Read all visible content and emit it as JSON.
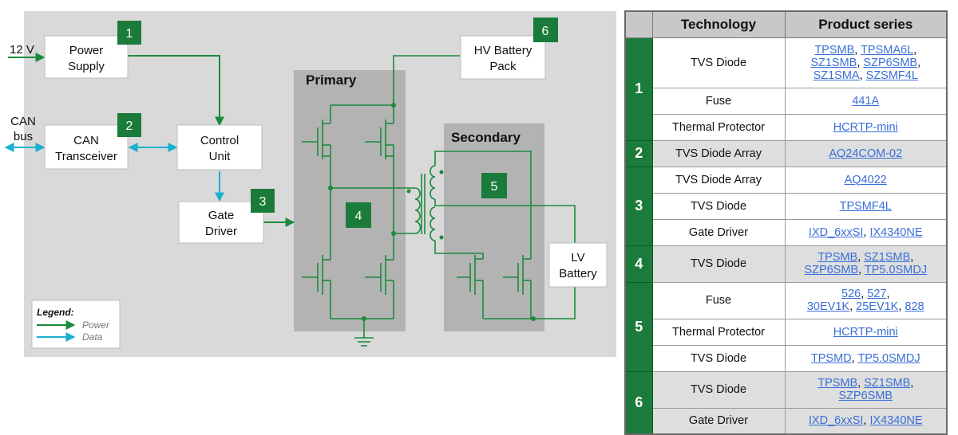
{
  "diagram": {
    "blocks": {
      "input_voltage": "12 V",
      "power_supply": [
        "Power",
        "Supply"
      ],
      "can_bus": [
        "CAN",
        "bus"
      ],
      "can_transceiver": [
        "CAN",
        "Transceiver"
      ],
      "control_unit": [
        "Control",
        "Unit"
      ],
      "gate_driver": [
        "Gate",
        "Driver"
      ],
      "hv_battery": [
        "HV Battery",
        "Pack"
      ],
      "lv_battery": [
        "LV",
        "Battery"
      ],
      "primary": "Primary",
      "secondary": "Secondary"
    },
    "badges": [
      "1",
      "2",
      "3",
      "4",
      "5",
      "6"
    ],
    "legend": {
      "title": "Legend:",
      "items": [
        {
          "label": "Power",
          "color": "#1b8a3c"
        },
        {
          "label": "Data",
          "color": "#1ab0d0"
        }
      ]
    },
    "colors": {
      "power": "#1b8a3c",
      "data": "#1ab0d0",
      "badge": "#1b7b3a",
      "background": "#d9d9d9",
      "stage": "#b3b3b3"
    }
  },
  "table": {
    "headers": [
      "Technology",
      "Product series"
    ],
    "groups": [
      {
        "id": "1",
        "rows": [
          {
            "tech": "TVS Diode",
            "products": [
              [
                "TPSMB",
                "TPSMA6L"
              ],
              [
                "SZ1SMB",
                "SZP6SMB"
              ],
              [
                "SZ1SMA",
                "SZSMF4L"
              ]
            ]
          },
          {
            "tech": "Fuse",
            "products": [
              [
                "441A"
              ]
            ]
          },
          {
            "tech": "Thermal Protector",
            "products": [
              [
                "HCRTP-mini"
              ]
            ]
          }
        ]
      },
      {
        "id": "2",
        "rows": [
          {
            "tech": "TVS Diode Array",
            "products": [
              [
                "AQ24COM-02"
              ]
            ]
          }
        ]
      },
      {
        "id": "3",
        "rows": [
          {
            "tech": "TVS Diode Array",
            "products": [
              [
                "AQ4022"
              ]
            ]
          },
          {
            "tech": "TVS Diode",
            "products": [
              [
                "TPSMF4L"
              ]
            ]
          },
          {
            "tech": "Gate Driver",
            "products": [
              [
                "IXD_6xxSI",
                "IX4340NE"
              ]
            ]
          }
        ]
      },
      {
        "id": "4",
        "rows": [
          {
            "tech": "TVS Diode",
            "products": [
              [
                "TPSMB",
                "SZ1SMB"
              ],
              [
                "SZP6SMB",
                "TP5.0SMDJ"
              ]
            ]
          }
        ]
      },
      {
        "id": "5",
        "rows": [
          {
            "tech": "Fuse",
            "products": [
              [
                "526",
                "527"
              ],
              [
                "30EV1K",
                "25EV1K",
                "828"
              ]
            ]
          },
          {
            "tech": "Thermal Protector",
            "products": [
              [
                "HCRTP-mini"
              ]
            ]
          },
          {
            "tech": "TVS Diode",
            "products": [
              [
                "TPSMD",
                "TP5.0SMDJ"
              ]
            ]
          }
        ]
      },
      {
        "id": "6",
        "rows": [
          {
            "tech": "TVS Diode",
            "products": [
              [
                "TPSMB",
                "SZ1SMB"
              ],
              [
                "SZP6SMB"
              ]
            ]
          },
          {
            "tech": "Gate Driver",
            "products": [
              [
                "IXD_6xxSI",
                "IX4340NE"
              ]
            ]
          }
        ]
      }
    ]
  }
}
